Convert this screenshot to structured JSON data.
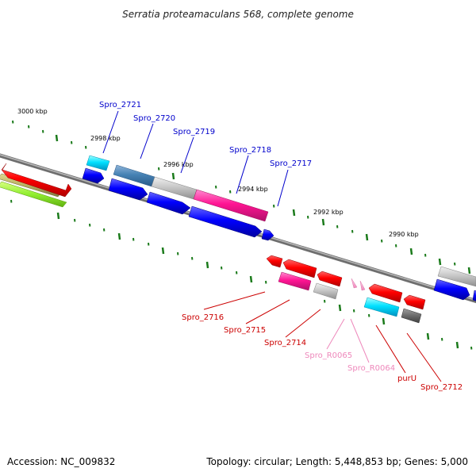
{
  "header": {
    "title": "Serratia proteamaculans 568, complete genome"
  },
  "footer": {
    "accession": "Accession: NC_009832",
    "summary": "Topology: circular; Length: 5,448,853 bp; Genes: 5,000"
  },
  "colors": {
    "backbone": "#8c8c8c",
    "tick": "#1a7a1a",
    "forward_label": "#0000cc",
    "reverse_label": "#cc0000",
    "rna_label": "#ee88bb"
  },
  "scale_labels": [
    {
      "kbp": 3000,
      "text": "3000 kbp"
    },
    {
      "kbp": 2998,
      "text": "2998 kbp"
    },
    {
      "kbp": 2996,
      "text": "2996 kbp"
    },
    {
      "kbp": 2994,
      "text": "2994 kbp"
    },
    {
      "kbp": 2992,
      "text": "2992 kbp"
    },
    {
      "kbp": 2990,
      "text": "2990 kbp"
    }
  ],
  "gene_labels": {
    "forward": [
      "Spro_2721",
      "Spro_2720",
      "Spro_2719",
      "Spro_2718",
      "Spro_2717"
    ],
    "reverse": [
      "Spro_2716",
      "Spro_2715",
      "Spro_2714",
      "Spro_R0065",
      "Spro_R0064",
      "purU",
      "Spro_2712"
    ]
  }
}
